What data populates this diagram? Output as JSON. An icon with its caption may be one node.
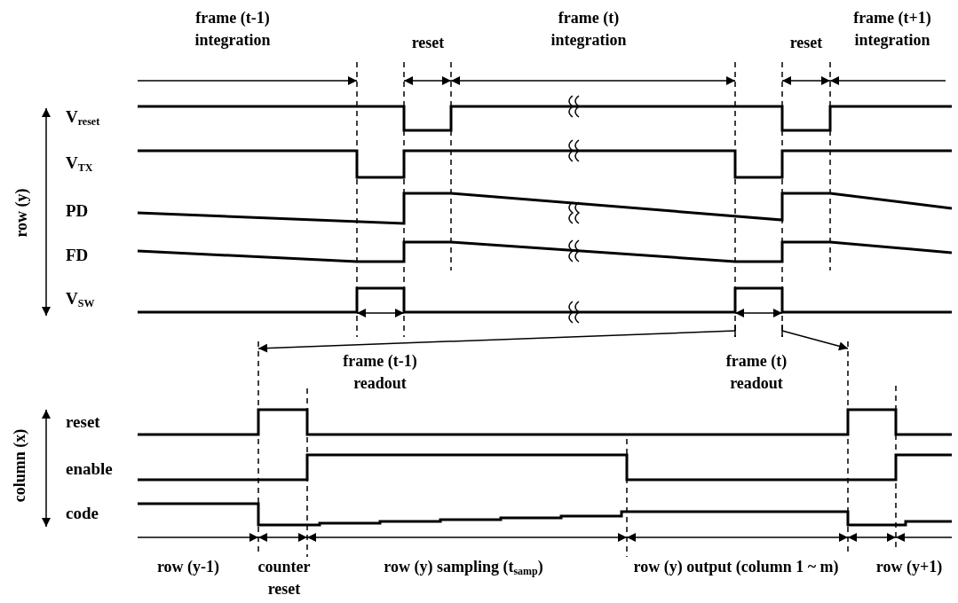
{
  "diagram": {
    "labels": [
      "frame (t-1) integration",
      "reset",
      "frame (t) integration",
      "reset",
      "frame (t+1) integration",
      "row (y)",
      "V$_{reset}$",
      "V$_{TX}$",
      "PD",
      "FD",
      "V$_{SW}$",
      "frame (t-1) readout",
      "frame (t) readout",
      "column (x)",
      "reset",
      "enable",
      "code",
      "row (y-1)",
      "counter reset",
      "row (y) sampling (t$_{samp}$)",
      "row (y) output (column 1 ~ m)",
      "row (y+1)"
    ]
  }
}
